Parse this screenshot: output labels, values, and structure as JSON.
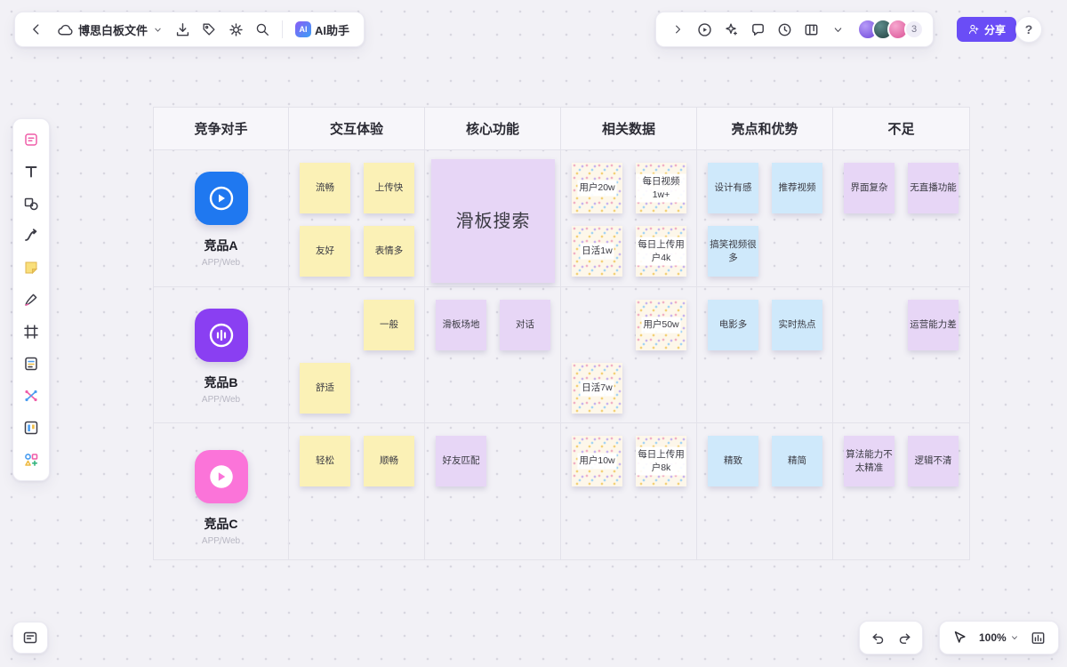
{
  "topbar": {
    "file_title": "博思白板文件",
    "ai_prefix": "AI",
    "ai_suffix": "AI助手",
    "collaborator_count": "3",
    "share_label": "分享",
    "help_label": "?"
  },
  "bottom": {
    "zoom_level": "100%"
  },
  "colors": {
    "accent_purple": "#6a4df6",
    "sticky_yellow": "#fbf1b6",
    "sticky_purple": "#e7d6f6",
    "sticky_blue": "#cfe9fb",
    "tile_blue": "#1f78f0",
    "tile_purple": "#8a3ff2",
    "tile_pink": "#fb74d9"
  },
  "icons": {
    "back": "chevron-left",
    "file": "cloud",
    "import": "tray-arrow-down",
    "tag": "tag",
    "settings": "gear",
    "search": "magnifier",
    "present": "play-circle",
    "reactions": "sparkle",
    "comments": "speech-bubble",
    "history": "clock",
    "widgets": "board-columns",
    "share": "person-plus",
    "undo": "arrow-undo",
    "redo": "arrow-redo",
    "pointer": "cursor-arrow",
    "presentation": "bar-chart-frame"
  },
  "board": {
    "headers": [
      "竞争对手",
      "交互体验",
      "核心功能",
      "相关数据",
      "亮点和优势",
      "不足"
    ],
    "rows": [
      {
        "name": "竞品A",
        "platform": "APP/Web",
        "interaction": [
          "流畅",
          "上传快",
          "友好",
          "表情多"
        ],
        "core": [
          "滑板搜索"
        ],
        "data": [
          "用户20w",
          "每日视频1w+",
          "日活1w",
          "每日上传用户4k"
        ],
        "highlights": [
          "设计有感",
          "推荐视频",
          "搞笑视频很多"
        ],
        "weaknesses": [
          "界面复杂",
          "无直播功能"
        ]
      },
      {
        "name": "竞品B",
        "platform": "APP/Web",
        "interaction": [
          "一般",
          "舒适"
        ],
        "core": [
          "滑板场地",
          "对话"
        ],
        "data": [
          "用户50w",
          "日活7w"
        ],
        "highlights": [
          "电影多",
          "实时热点"
        ],
        "weaknesses": [
          "运营能力差"
        ]
      },
      {
        "name": "竞品C",
        "platform": "APP/Web",
        "interaction": [
          "轻松",
          "顺畅"
        ],
        "core": [
          "好友匹配"
        ],
        "data": [
          "用户10w",
          "每日上传用户8k"
        ],
        "highlights": [
          "精致",
          "精简"
        ],
        "weaknesses": [
          "算法能力不太精准",
          "逻辑不清"
        ]
      }
    ]
  }
}
